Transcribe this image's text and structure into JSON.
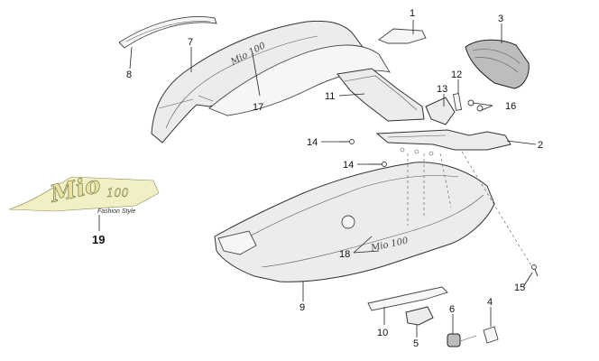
{
  "diagram": {
    "callouts": [
      "1",
      "2",
      "3",
      "4",
      "5",
      "6",
      "7",
      "8",
      "9",
      "10",
      "11",
      "12",
      "13",
      "14",
      "14",
      "15",
      "16",
      "17",
      "18",
      "19"
    ],
    "logo": {
      "brand": "Mio",
      "model": "100",
      "tagline": "Fashion Style",
      "callout": "19"
    },
    "decal_text": "Mio 100"
  }
}
